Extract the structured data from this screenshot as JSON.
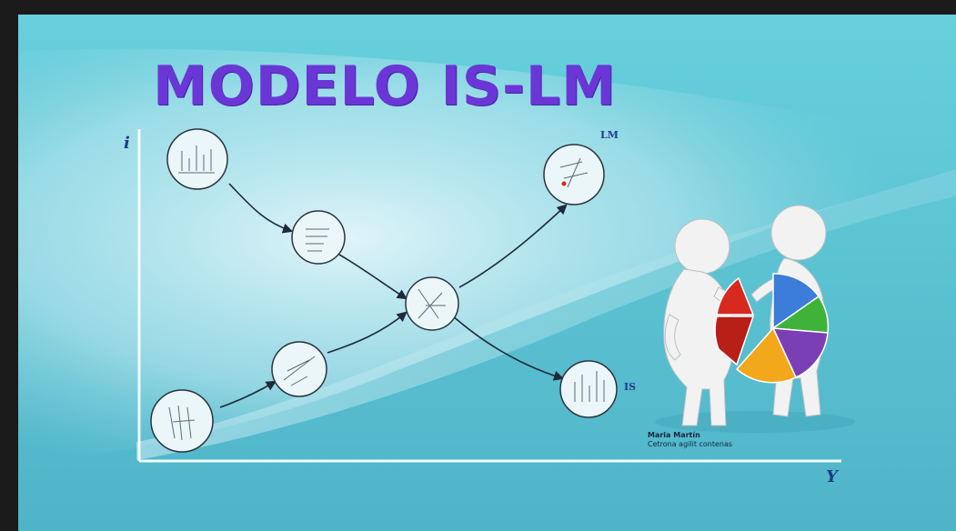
{
  "slide": {
    "title": "MODELO IS-LM",
    "axis": {
      "y_label": "i",
      "x_label": "Y"
    },
    "curve_labels": {
      "lm": "LM",
      "is": "IS"
    },
    "caption": {
      "line1": "Maria Martín",
      "line2": "Cetrona agilit contenas"
    },
    "colors": {
      "background": "#5cc3d3",
      "title": "#6a37d6",
      "axis": "#f4fbfd",
      "arrow": "#1e2a3a"
    },
    "nodes": [
      {
        "id": "node-1",
        "icon": "bar-doodle-icon"
      },
      {
        "id": "node-2",
        "icon": "stack-doodle-icon"
      },
      {
        "id": "node-3",
        "icon": "tally-doodle-icon"
      },
      {
        "id": "node-4",
        "icon": "list-doodle-icon"
      },
      {
        "id": "node-5",
        "icon": "line-doodle-icon"
      },
      {
        "id": "node-6",
        "icon": "equilibrium-doodle-icon"
      },
      {
        "id": "node-7",
        "icon": "chart-doodle-icon"
      },
      {
        "id": "node-8",
        "icon": "bars-doodle-icon"
      }
    ],
    "illustration": {
      "icon": "two-figures-with-pie-chart-icon",
      "pie_colors": [
        "#3b7dd8",
        "#3fb23a",
        "#7b3fb5",
        "#f3a71a",
        "#d8291f"
      ]
    }
  }
}
